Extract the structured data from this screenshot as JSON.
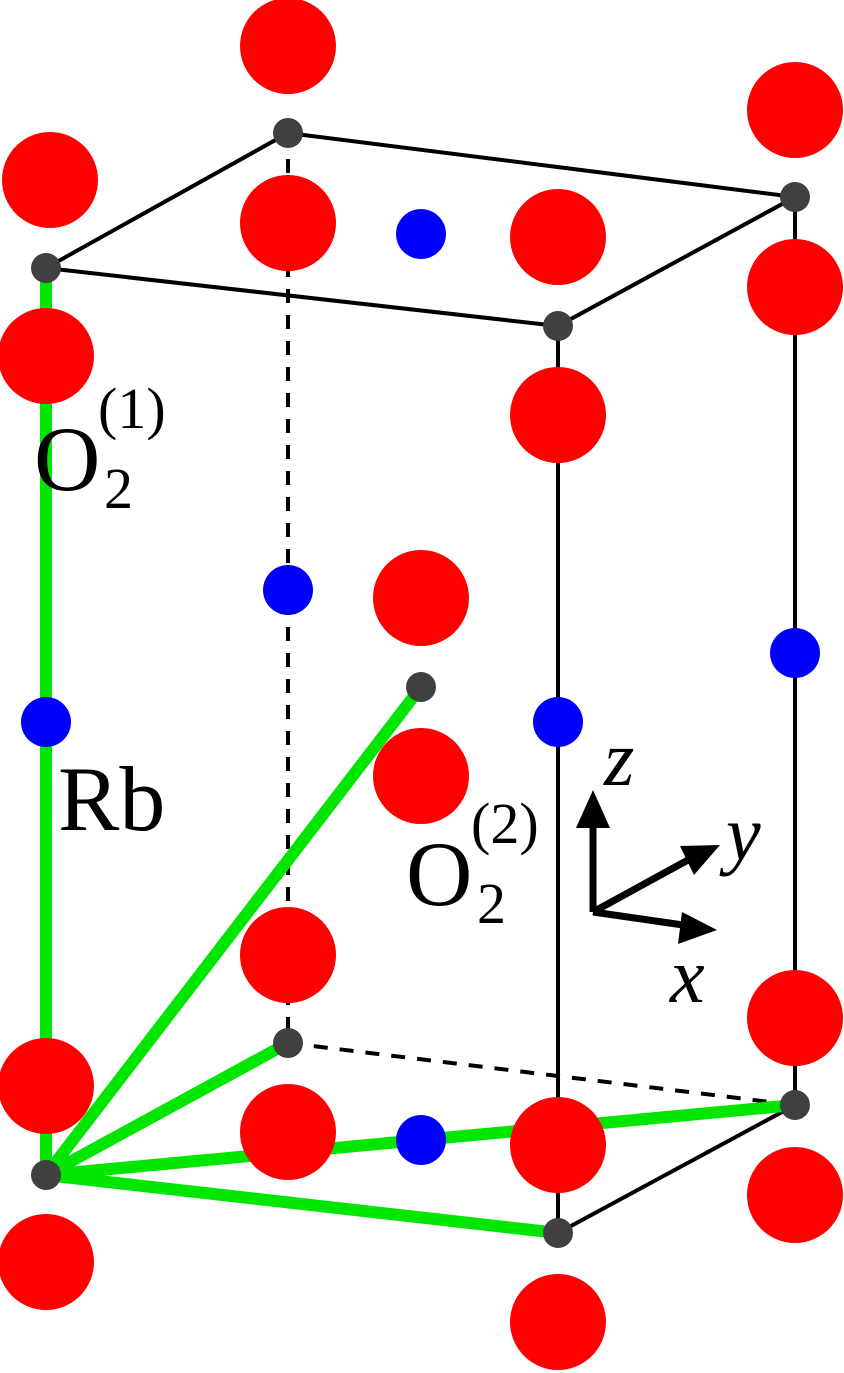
{
  "labels": {
    "o1_base": "O",
    "o1_sub": "2",
    "o1_sup": "(1)",
    "rb": "Rb",
    "o2_base": "O",
    "o2_sub": "2",
    "o2_sup": "(2)"
  },
  "axes": {
    "x": "x",
    "y": "y",
    "z": "z"
  },
  "colors": {
    "oxygen": "#ff0000",
    "rubidium": "#0000ff",
    "lattice_node": "#404040",
    "path": "#00e600",
    "edge": "#000000"
  },
  "legend_atoms": {
    "oxygen_icon": "red-sphere",
    "rubidium_icon": "blue-sphere"
  }
}
